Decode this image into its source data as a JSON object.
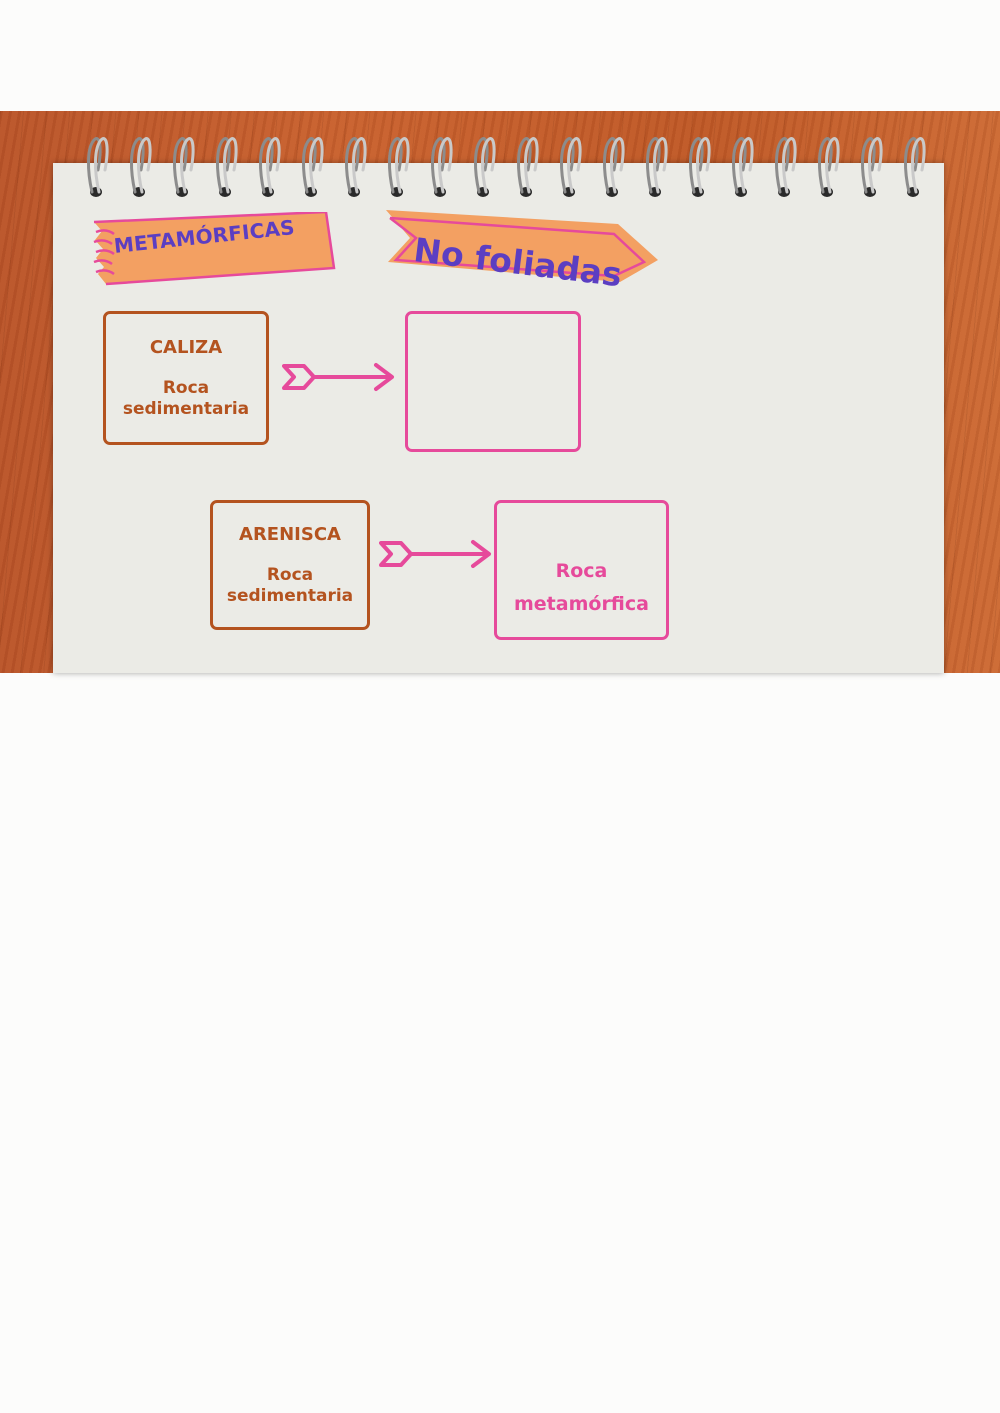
{
  "tags": {
    "category": "METAMÓRFICAS",
    "subcategory": "No foliadas"
  },
  "rows": [
    {
      "source": {
        "name": "CALIZA",
        "description": "Roca sedimentaria"
      },
      "target": {
        "description": ""
      }
    },
    {
      "source": {
        "name": "ARENISCA",
        "description": "Roca sedimentaria"
      },
      "target": {
        "description": "Roca metamórfica"
      }
    }
  ],
  "colors": {
    "source_border": "#b4531f",
    "target_border": "#e64a9b",
    "arrow": "#e64a9b",
    "tag_fill": "#f3a062",
    "tag_text": "#5b3ec2",
    "tag_outline": "#e64a9b"
  },
  "icons": {
    "arrow": "double-chevron-arrow-right-icon",
    "binding": "spiral-binding-icon"
  }
}
